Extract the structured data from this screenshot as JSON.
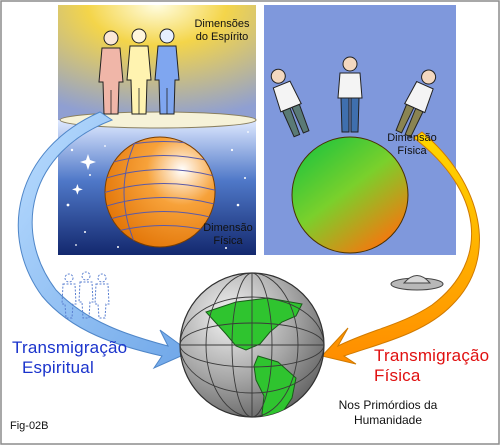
{
  "figure": {
    "panel_spirit_label_line1": "Dimensões",
    "panel_spirit_label_line2": "do Espírito",
    "panel_left_physical_line1": "Dimensão",
    "panel_left_physical_line2": "Física",
    "panel_right_physical_line1": "Dimensão",
    "panel_right_physical_line2": "Física",
    "spiritual_label_line1": "Transmigração",
    "spiritual_label_line2": "Espiritual",
    "physical_label_line1": "Transmigração",
    "physical_label_line2": "Física",
    "earth_caption_line1": "Nos Primórdios da",
    "earth_caption_line2": "Humanidade",
    "figure_id": "Fig-02B"
  },
  "colors": {
    "spiritual_text": "#1a33cc",
    "physical_text": "#e01010",
    "left_panel_top": "#f2d23a",
    "left_panel_bottom": "#1f3f98",
    "right_panel": "#7f98dc",
    "blue_arrow": "#7fb8ee",
    "orange_arrow": "#ffb000"
  }
}
